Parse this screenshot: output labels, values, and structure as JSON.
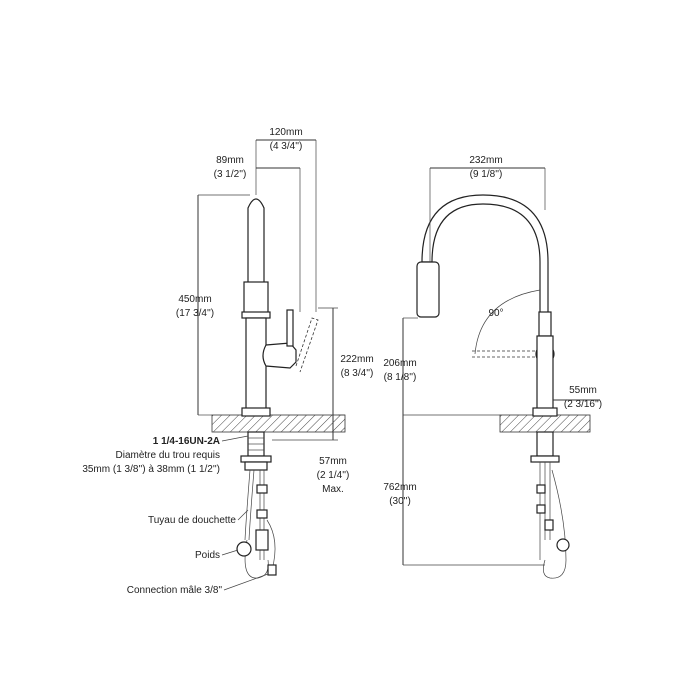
{
  "front_view": {
    "dim_120": {
      "mm": "120mm",
      "in": "(4 3/4'')"
    },
    "dim_89": {
      "mm": "89mm",
      "in": "(3 1/2'')"
    },
    "dim_450": {
      "mm": "450mm",
      "in": "(17 3/4'')"
    },
    "dim_222": {
      "mm": "222mm",
      "in": "(8 3/4'')"
    },
    "dim_57": {
      "mm": "57mm",
      "in": "(2 1/4'')",
      "note": "Max."
    },
    "thread_label": "1 1/4-16UN-2A",
    "hole_label": "Diamètre du trou requis",
    "hole_size": "35mm (1 3/8'') à 38mm (1 1/2'')",
    "hose_label": "Tuyau de douchette",
    "weight_label": "Poids",
    "connection_label": "Connection mâle 3/8\""
  },
  "side_view": {
    "dim_232": {
      "mm": "232mm",
      "in": "(9 1/8'')"
    },
    "angle": "90°",
    "dim_206": {
      "mm": "206mm",
      "in": "(8 1/8'')"
    },
    "dim_55": {
      "mm": "55mm",
      "in": "(2 3/16'')"
    },
    "dim_762": {
      "mm": "762mm",
      "in": "(30'')"
    }
  }
}
